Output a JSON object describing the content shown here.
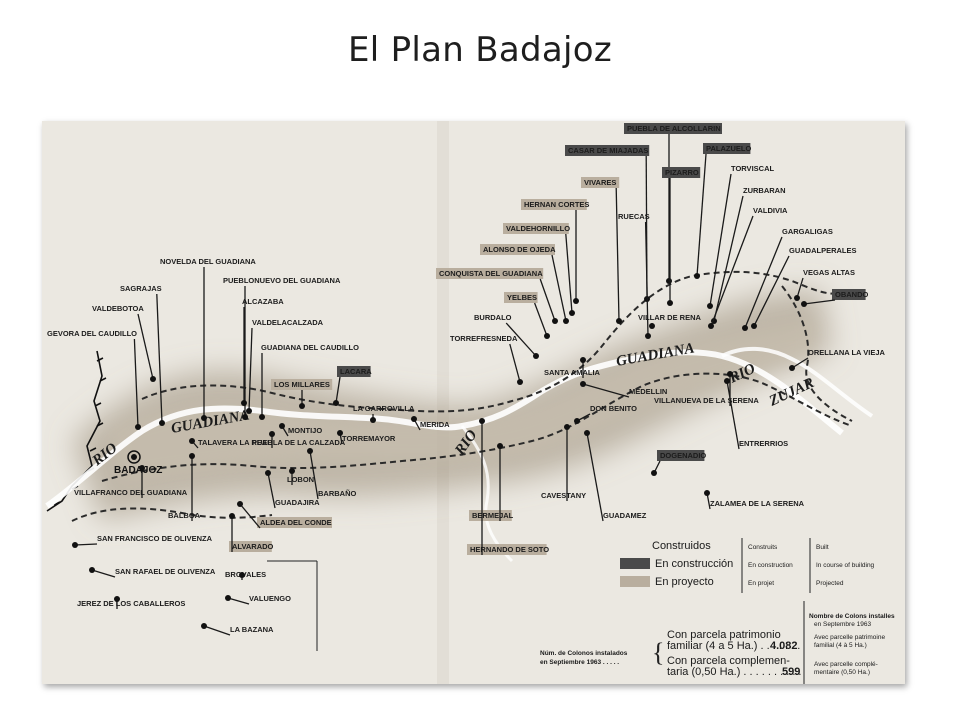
{
  "slide": {
    "title": "El Plan Badajoz"
  },
  "map": {
    "rivers": {
      "guadiana_west": "GUADIANA",
      "guadiana_east": "GUADIANA",
      "rio_west": "RIO",
      "rio_mid": "RIO",
      "rio_zujar": "RIO",
      "zujar": "ZUJAR"
    },
    "cities": {
      "badajoz": "BADAJOZ"
    },
    "places": [
      {
        "id": "novelda",
        "label": "NOVELDA DEL GUADIANA",
        "status": "plain"
      },
      {
        "id": "sagrajas",
        "label": "SAGRAJAS",
        "status": "plain"
      },
      {
        "id": "pueblonuevo",
        "label": "PUEBLONUEVO DEL GUADIANA",
        "status": "plain"
      },
      {
        "id": "alcazaba",
        "label": "ALCAZABA",
        "status": "plain"
      },
      {
        "id": "valdebotoa",
        "label": "VALDEBOTOA",
        "status": "plain"
      },
      {
        "id": "valdelacalzada",
        "label": "VALDELACALZADA",
        "status": "plain"
      },
      {
        "id": "gevora",
        "label": "GEVORA DEL CAUDILLO",
        "status": "plain"
      },
      {
        "id": "guadiana_caudillo",
        "label": "GUADIANA DEL CAUDILLO",
        "status": "plain"
      },
      {
        "id": "millares",
        "label": "LOS MILLARES",
        "status": "projected"
      },
      {
        "id": "lacara",
        "label": "LACARA",
        "status": "construction"
      },
      {
        "id": "garrovilla",
        "label": "LA GARROVILLA",
        "status": "plain"
      },
      {
        "id": "montijo",
        "label": "MONTIJO",
        "status": "plain"
      },
      {
        "id": "merida",
        "label": "MERIDA",
        "status": "plain"
      },
      {
        "id": "talavera",
        "label": "TALAVERA LA REAL",
        "status": "plain"
      },
      {
        "id": "puebla_calzada",
        "label": "PUEBLA DE LA CALZADA",
        "status": "plain"
      },
      {
        "id": "torremayor",
        "label": "TORREMAYOR",
        "status": "plain"
      },
      {
        "id": "lobon",
        "label": "LOBON",
        "status": "plain"
      },
      {
        "id": "villafranco",
        "label": "VILLAFRANCO DEL GUADIANA",
        "status": "plain"
      },
      {
        "id": "guadajira",
        "label": "GUADAJIRA",
        "status": "plain"
      },
      {
        "id": "barbano",
        "label": "BARBAÑO",
        "status": "plain"
      },
      {
        "id": "balboa",
        "label": "BALBOA",
        "status": "plain"
      },
      {
        "id": "aldea_conde",
        "label": "ALDEA DEL CONDE",
        "status": "projected"
      },
      {
        "id": "alvarado",
        "label": "ALVARADO",
        "status": "projected"
      },
      {
        "id": "sf_olivenza",
        "label": "SAN FRANCISCO DE OLIVENZA",
        "status": "plain"
      },
      {
        "id": "sr_olivenza",
        "label": "SAN RAFAEL DE OLIVENZA",
        "status": "plain"
      },
      {
        "id": "brovales",
        "label": "BROVALES",
        "status": "plain"
      },
      {
        "id": "jerez",
        "label": "JEREZ DE LOS CABALLEROS",
        "status": "plain"
      },
      {
        "id": "valuengo",
        "label": "VALUENGO",
        "status": "plain"
      },
      {
        "id": "bazana",
        "label": "LA BAZANA",
        "status": "plain"
      },
      {
        "id": "puebla_alcollarin",
        "label": "PUEBLA DE ALCOLLARIN",
        "status": "construction"
      },
      {
        "id": "casar_miajadas",
        "label": "CASAR DE MIAJADAS",
        "status": "construction"
      },
      {
        "id": "palazuelo",
        "label": "PALAZUELO",
        "status": "construction"
      },
      {
        "id": "pizarro",
        "label": "PIZARRO",
        "status": "construction"
      },
      {
        "id": "torviscal",
        "label": "TORVISCAL",
        "status": "plain"
      },
      {
        "id": "vivares",
        "label": "VIVARES",
        "status": "projected"
      },
      {
        "id": "zurbaran",
        "label": "ZURBARAN",
        "status": "plain"
      },
      {
        "id": "hernan_cortes",
        "label": "HERNAN CORTES",
        "status": "projected"
      },
      {
        "id": "ruecas",
        "label": "RUECAS",
        "status": "plain"
      },
      {
        "id": "valdivia",
        "label": "VALDIVIA",
        "status": "plain"
      },
      {
        "id": "valdehornillo",
        "label": "VALDEHORNILLO",
        "status": "projected"
      },
      {
        "id": "gargaligas",
        "label": "GARGALIGAS",
        "status": "plain"
      },
      {
        "id": "alonso_ojeda",
        "label": "ALONSO DE OJEDA",
        "status": "projected"
      },
      {
        "id": "guadalperales",
        "label": "GUADALPERALES",
        "status": "plain"
      },
      {
        "id": "conquista",
        "label": "CONQUISTA DEL GUADIANA",
        "status": "projected"
      },
      {
        "id": "vegas_altas",
        "label": "VEGAS ALTAS",
        "status": "plain"
      },
      {
        "id": "obando",
        "label": "OBANDO",
        "status": "construction"
      },
      {
        "id": "yelbes",
        "label": "YELBES",
        "status": "projected"
      },
      {
        "id": "burdalo",
        "label": "BURDALO",
        "status": "plain"
      },
      {
        "id": "vilar_rena",
        "label": "VILLAR DE RENA",
        "status": "plain"
      },
      {
        "id": "torrefresneda",
        "label": "TORREFRESNEDA",
        "status": "plain"
      },
      {
        "id": "orellana",
        "label": "ORELLANA LA VIEJA",
        "status": "plain"
      },
      {
        "id": "santa_amalia",
        "label": "SANTA AMALIA",
        "status": "plain"
      },
      {
        "id": "medellin",
        "label": "MEDELLIN",
        "status": "plain"
      },
      {
        "id": "villanueva",
        "label": "VILLANUEVA DE LA SERENA",
        "status": "plain"
      },
      {
        "id": "don_benito",
        "label": "DON BENITO",
        "status": "plain"
      },
      {
        "id": "entrerrios",
        "label": "ENTRERRIOS",
        "status": "plain"
      },
      {
        "id": "dogenadio",
        "label": "DOGENADIO",
        "status": "construction"
      },
      {
        "id": "cavestany",
        "label": "CAVESTANY",
        "status": "plain"
      },
      {
        "id": "zalamea",
        "label": "ZALAMEA DE LA SERENA",
        "status": "plain"
      },
      {
        "id": "guadamez",
        "label": "GUADAMEZ",
        "status": "plain"
      },
      {
        "id": "bermejal",
        "label": "BERMEJAL",
        "status": "projected"
      },
      {
        "id": "hernando_soto",
        "label": "HERNANDO DE SOTO",
        "status": "projected"
      }
    ],
    "legend": {
      "title_es": "Construidos",
      "construction_es": "En construcción",
      "projected_es": "En proyecto",
      "built_fr": "Construits",
      "construction_fr": "En construction",
      "projected_fr": "En projet",
      "built_en": "Built",
      "construction_en": "In course of building",
      "projected_en": "Projected",
      "construction_color": "#4a4a4a",
      "projected_color": "#b9ae9e"
    },
    "colonos": {
      "label_1": "Núm. de Colonos instalados",
      "label_2": "en Septiembre 1963 . . . . .",
      "row1_a": "Con parcela patrimonio",
      "row1_b": "familiar (4 a 5 Ha.) . . . . . . .",
      "row1_value": "4.082",
      "row2_a": "Con parcela complemen-",
      "row2_b": "taria (0,50 Ha.) . . . . . . . . . .",
      "row2_value": "599",
      "fr_title_1": "Nombre de Colons installes",
      "fr_title_2": "en Septembre 1963",
      "fr_row1_a": "Avec parcelle patrimoine",
      "fr_row1_b": "familial (4 à 5 Ha.)",
      "fr_row2_a": "Avec parcelle complé-",
      "fr_row2_b": "mentaire (0,50 Ha.)"
    }
  }
}
